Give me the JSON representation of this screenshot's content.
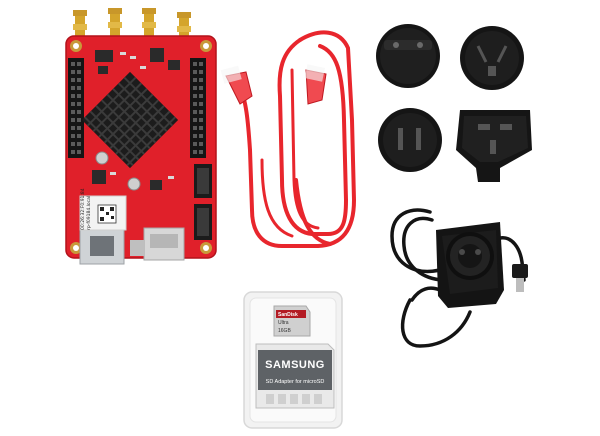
{
  "product_photo": {
    "background_color": "#ffffff",
    "board": {
      "pcb_color": "#e0202a",
      "heatsink_color": "#1c1c1c",
      "label_line_1": "00:26:32:F0:91:84",
      "label_line_2": "rp-f09184.local"
    },
    "ethernet_cable": {
      "color": "#e8262d"
    },
    "plug_adapters": {
      "color": "#151515"
    },
    "power_supply": {
      "color": "#141414"
    },
    "sd_card_package": {
      "card_brand": "SanDisk",
      "card_line": "Ultra",
      "card_capacity": "16GB",
      "adapter_brand": "SAMSUNG",
      "adapter_caption": "SD Adapter for microSD"
    }
  }
}
